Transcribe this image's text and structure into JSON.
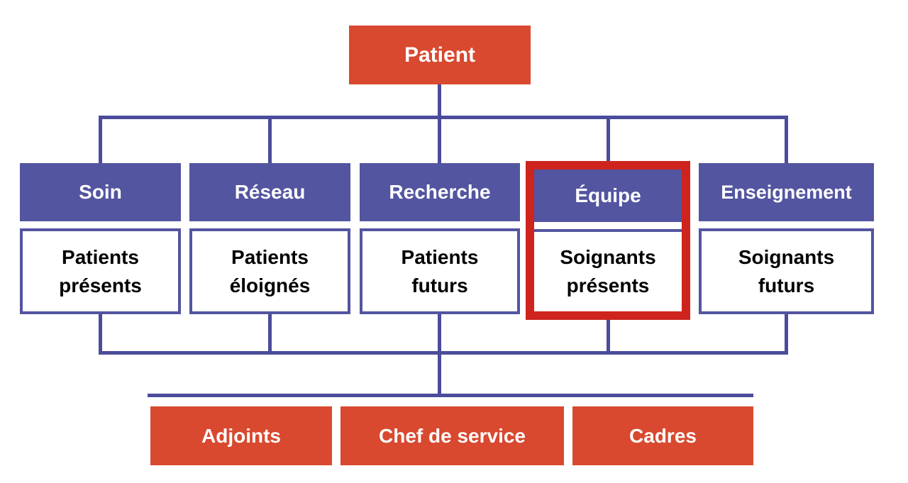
{
  "diagram": {
    "root": {
      "label": "Patient"
    },
    "columns": [
      {
        "header": "Soin",
        "sub_line1": "Patients",
        "sub_line2": "présents",
        "highlighted": false
      },
      {
        "header": "Réseau",
        "sub_line1": "Patients",
        "sub_line2": "éloignés",
        "highlighted": false
      },
      {
        "header": "Recherche",
        "sub_line1": "Patients",
        "sub_line2": "futurs",
        "highlighted": false
      },
      {
        "header": "Équipe",
        "sub_line1": "Soignants",
        "sub_line2": "présents",
        "highlighted": true
      },
      {
        "header": "Enseignement",
        "sub_line1": "Soignants",
        "sub_line2": "futurs",
        "highlighted": false
      }
    ],
    "management": [
      {
        "label": "Adjoints"
      },
      {
        "label": "Chef de service"
      },
      {
        "label": "Cadres"
      }
    ],
    "colors": {
      "orange_red": "#D8492F",
      "purple_blue": "#5355A0",
      "line_blue": "#4B4C9B",
      "highlight_red": "#CF241E",
      "text_on_dark": "#FFFFFF",
      "text_on_light": "#000000"
    }
  }
}
